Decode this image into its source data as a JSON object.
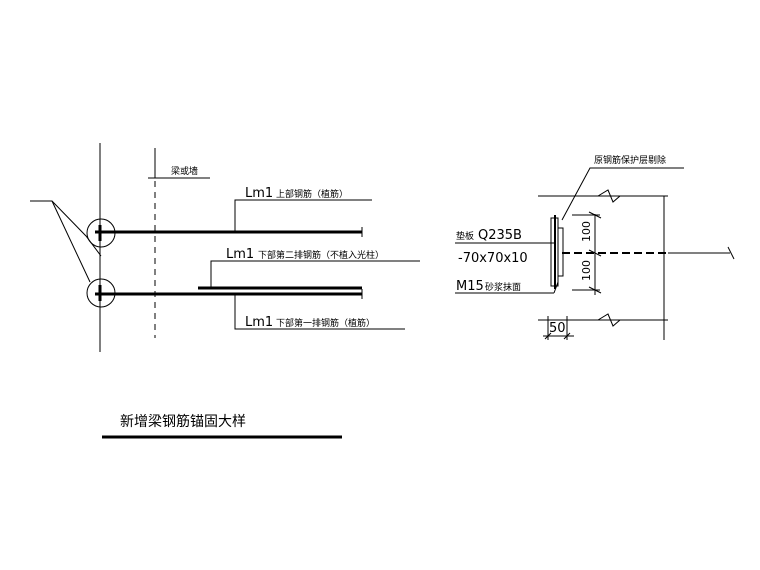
{
  "left_detail": {
    "beam_side_label": "梁或墙",
    "top_bar_prefix": "Lm1",
    "top_bar_text": "上部钢筋（植筋）",
    "second_row_prefix": "Lm1",
    "second_row_text": "下部第二排钢筋（不植入光柱）",
    "bottom_row_prefix": "Lm1",
    "bottom_row_text": "下部第一排钢筋（植筋）"
  },
  "title": "新增梁钢筋锚固大样",
  "right_detail": {
    "cover_label": "原钢筋保护层剔除",
    "plate_prefix": "垫板",
    "plate_grade": "Q235B",
    "plate_size": "-70x70x10",
    "mortar_prefix": "M15",
    "mortar_text": "砂浆抹面",
    "dim_top": "100",
    "dim_bottom": "100",
    "dim_width": "50"
  }
}
